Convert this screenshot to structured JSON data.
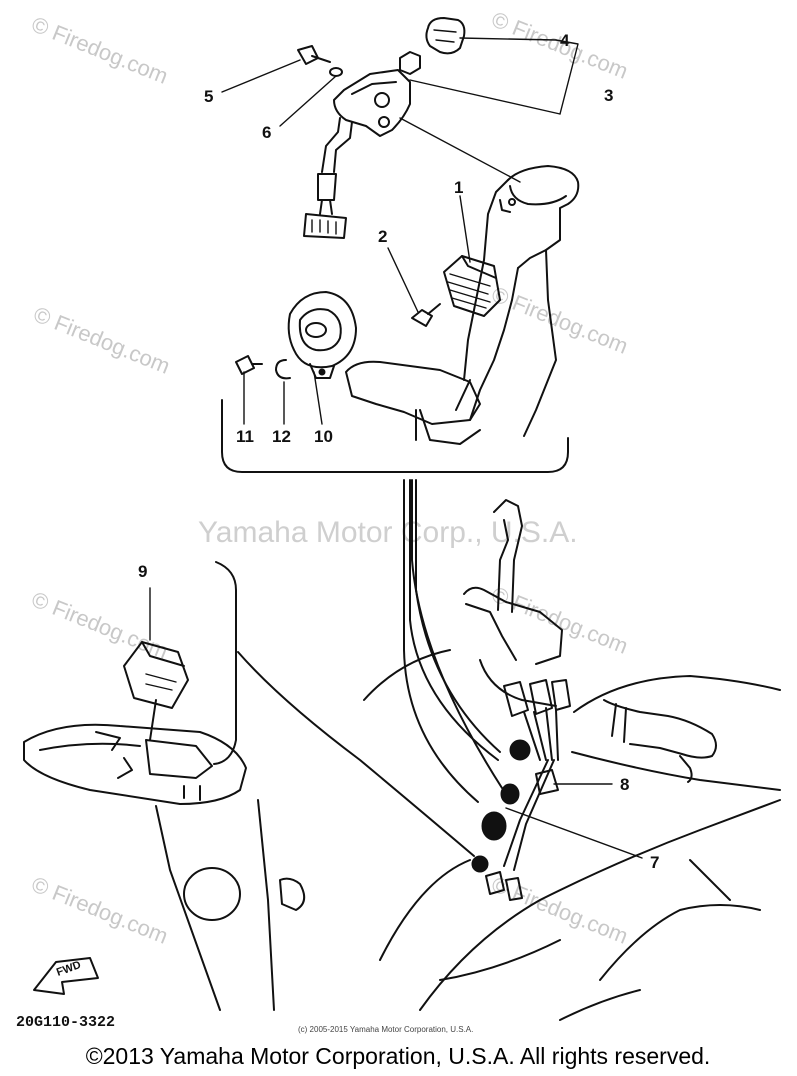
{
  "watermarks": {
    "site": "© Firedog.com",
    "corp": "Yamaha Motor Corp., U.S.A."
  },
  "callouts": [
    "1",
    "2",
    "3",
    "4",
    "5",
    "6",
    "7",
    "8",
    "9",
    "10",
    "11",
    "12"
  ],
  "diagram_code": "20G110-3322",
  "fwd_label": "FWD",
  "small_copyright": "(c) 2005-2015 Yamaha Motor Corporation, U.S.A.",
  "footer": "©2013 Yamaha Motor Corporation, U.S.A. All rights reserved."
}
